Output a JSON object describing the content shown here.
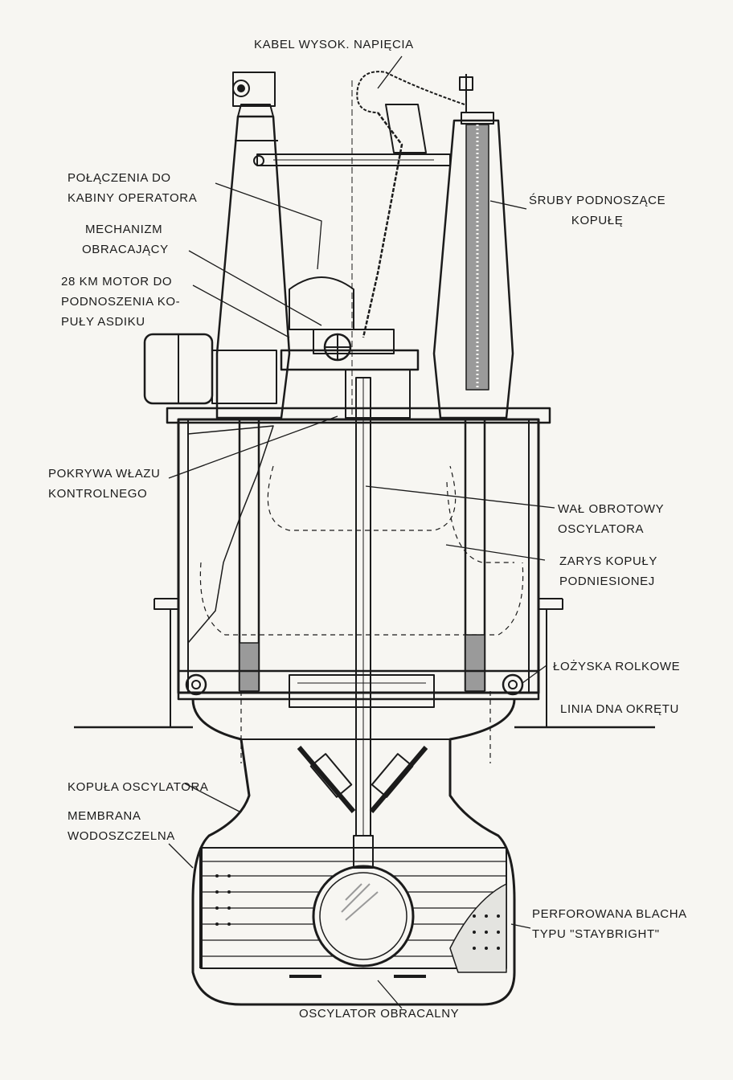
{
  "colors": {
    "paper": "#f7f6f2",
    "ink": "#1b1b1b",
    "shade": "#9a9a9a",
    "dark": "#2a2a2a"
  },
  "labels": {
    "kabel": "KABEL WYSOK. NAPIĘCIA",
    "polaczenia": [
      "POŁĄCZENIA DO",
      "KABINY OPERATORA"
    ],
    "mechanizm": [
      "MECHANIZM",
      "OBRACAJĄCY"
    ],
    "motor": [
      "28 KM MOTOR DO",
      "PODNOSZENIA KO-",
      "PUŁY ASDIKU"
    ],
    "sruby": [
      "ŚRUBY PODNOSZĄCE",
      "KOPUŁĘ"
    ],
    "pokrywa": [
      "POKRYWA WŁAZU",
      "KONTROLNEGO"
    ],
    "wal": [
      "WAŁ OBROTOWY",
      "OSCYLATORA"
    ],
    "zarys": [
      "ZARYS KOPUŁY",
      "PODNIESIONEJ"
    ],
    "lozyska": "ŁOŻYSKA ROLKOWE",
    "linia": "LINIA DNA OKRĘTU",
    "kopula": "KOPUŁA OSCYLATORA",
    "membrana": [
      "MEMBRANA",
      "WODOSZCZELNA"
    ],
    "perforowana": [
      "PERFOROWANA BLACHA",
      "TYPU \"STAYBRIGHT\""
    ],
    "oscylator": "OSCYLATOR OBRACALNY"
  }
}
